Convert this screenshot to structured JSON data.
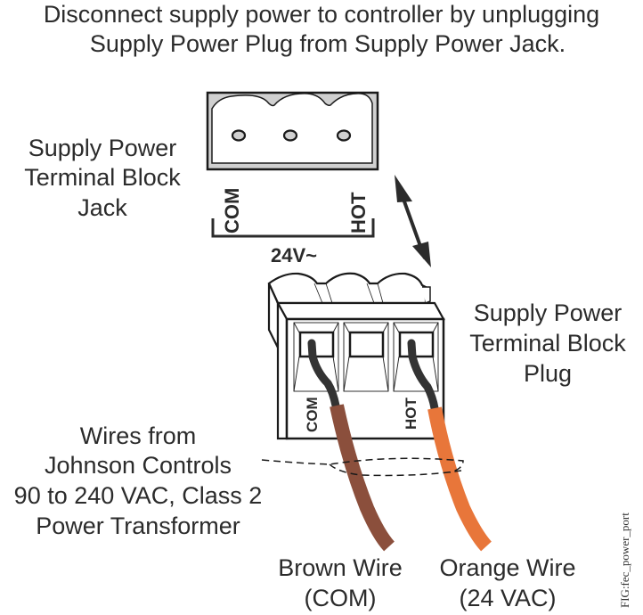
{
  "title": {
    "line1": "Disconnect supply power to controller by unplugging",
    "line2": "Supply Power Plug from Supply Power Jack."
  },
  "jack": {
    "label": [
      "Supply Power",
      "Terminal Block",
      "Jack"
    ],
    "com_label": "COM",
    "hot_label": "HOT",
    "voltage_label": "24V~"
  },
  "plug": {
    "label": [
      "Supply Power",
      "Terminal Block",
      "Plug"
    ],
    "com_label": "COM",
    "hot_label": "HOT"
  },
  "wires_source": {
    "label": [
      "Wires from",
      "Johnson Controls",
      "90 to 240 VAC, Class 2",
      "Power Transformer"
    ]
  },
  "wires": [
    {
      "label": "Brown Wire",
      "sub": "(COM)",
      "color": "#8b4f3c"
    },
    {
      "label": "Orange Wire",
      "sub": "(24 VAC)",
      "color": "#e8763a"
    }
  ],
  "figure_id": "FIG:fec_power_port"
}
